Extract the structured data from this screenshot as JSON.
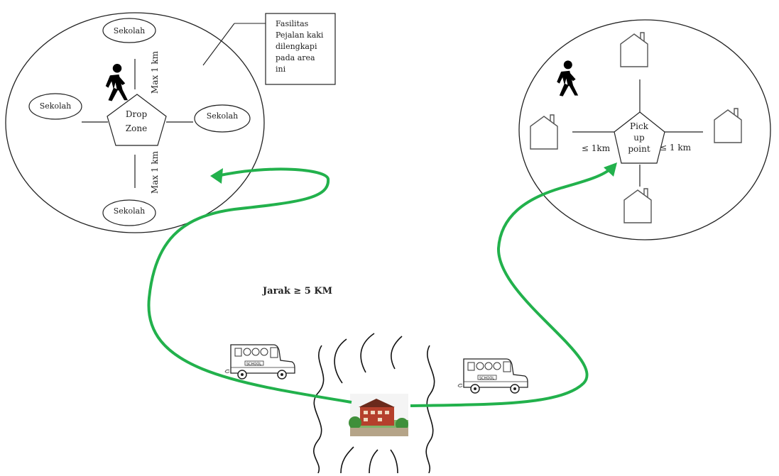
{
  "drop_area": {
    "school_top": "Sekolah",
    "school_left": "Sekolah",
    "school_right": "Sekolah",
    "school_bottom": "Sekolah",
    "drop_zone_line1": "Drop",
    "drop_zone_line2": "Zone",
    "distance_upper": "Max 1 km",
    "distance_lower": "Max 1 km",
    "note_lines": [
      "Fasilitas",
      "Pejalan kaki",
      "dilengkapi",
      "pada area",
      "ini"
    ]
  },
  "pickup_area": {
    "pickup_line1": "Pick",
    "pickup_line2": "up",
    "pickup_line3": "point",
    "distance_left": "≤ 1km",
    "distance_right": "≤ 1 km"
  },
  "distance_label": "Jarak ≥ 5 KM",
  "colors": {
    "route": "#22b14c",
    "line": "#222222",
    "building": "#b5402c",
    "tree": "#3f8f3a"
  },
  "icons": [
    "walking-person-icon",
    "house-icon",
    "school-bus-icon",
    "school-building-icon"
  ]
}
